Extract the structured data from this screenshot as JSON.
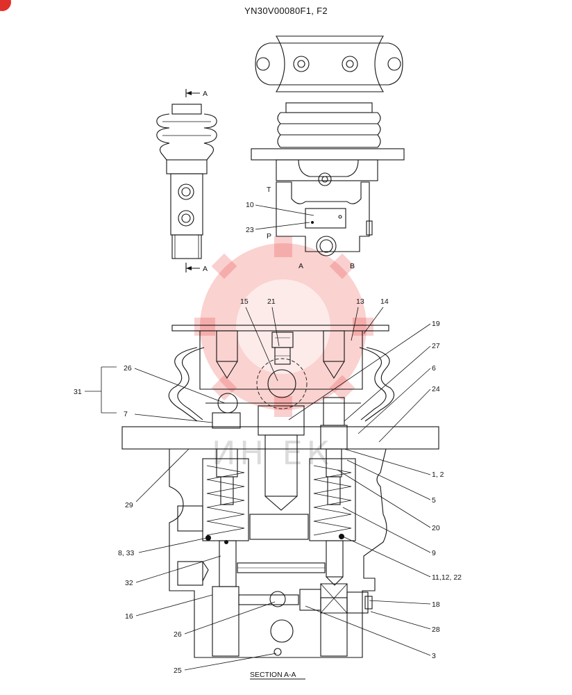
{
  "title": "YN30V00080F1, F2",
  "watermark": "ИН ЕК",
  "section_title": "SECTION  A-A",
  "side_view": {
    "arrow_top": "A",
    "arrow_bottom": "A"
  },
  "front_view": {
    "port_T": "T",
    "port_P": "P",
    "port_A": "A",
    "port_B": "B",
    "label_10": "10",
    "label_23": "23"
  },
  "parts": {
    "p15": "15",
    "p21": "21",
    "p13": "13",
    "p14": "14",
    "p19": "19",
    "p27": "27",
    "p6": "6",
    "p24": "24",
    "p26a": "26",
    "p31": "31",
    "p7": "7",
    "p1_2": "1, 2",
    "p5": "5",
    "p29": "29",
    "p20": "20",
    "p8_33": "8, 33",
    "p9": "9",
    "p32": "32",
    "p11_12_22": "11,12, 22",
    "p16": "16",
    "p18": "18",
    "p26b": "26",
    "p28": "28",
    "p3": "3",
    "p25": "25"
  }
}
